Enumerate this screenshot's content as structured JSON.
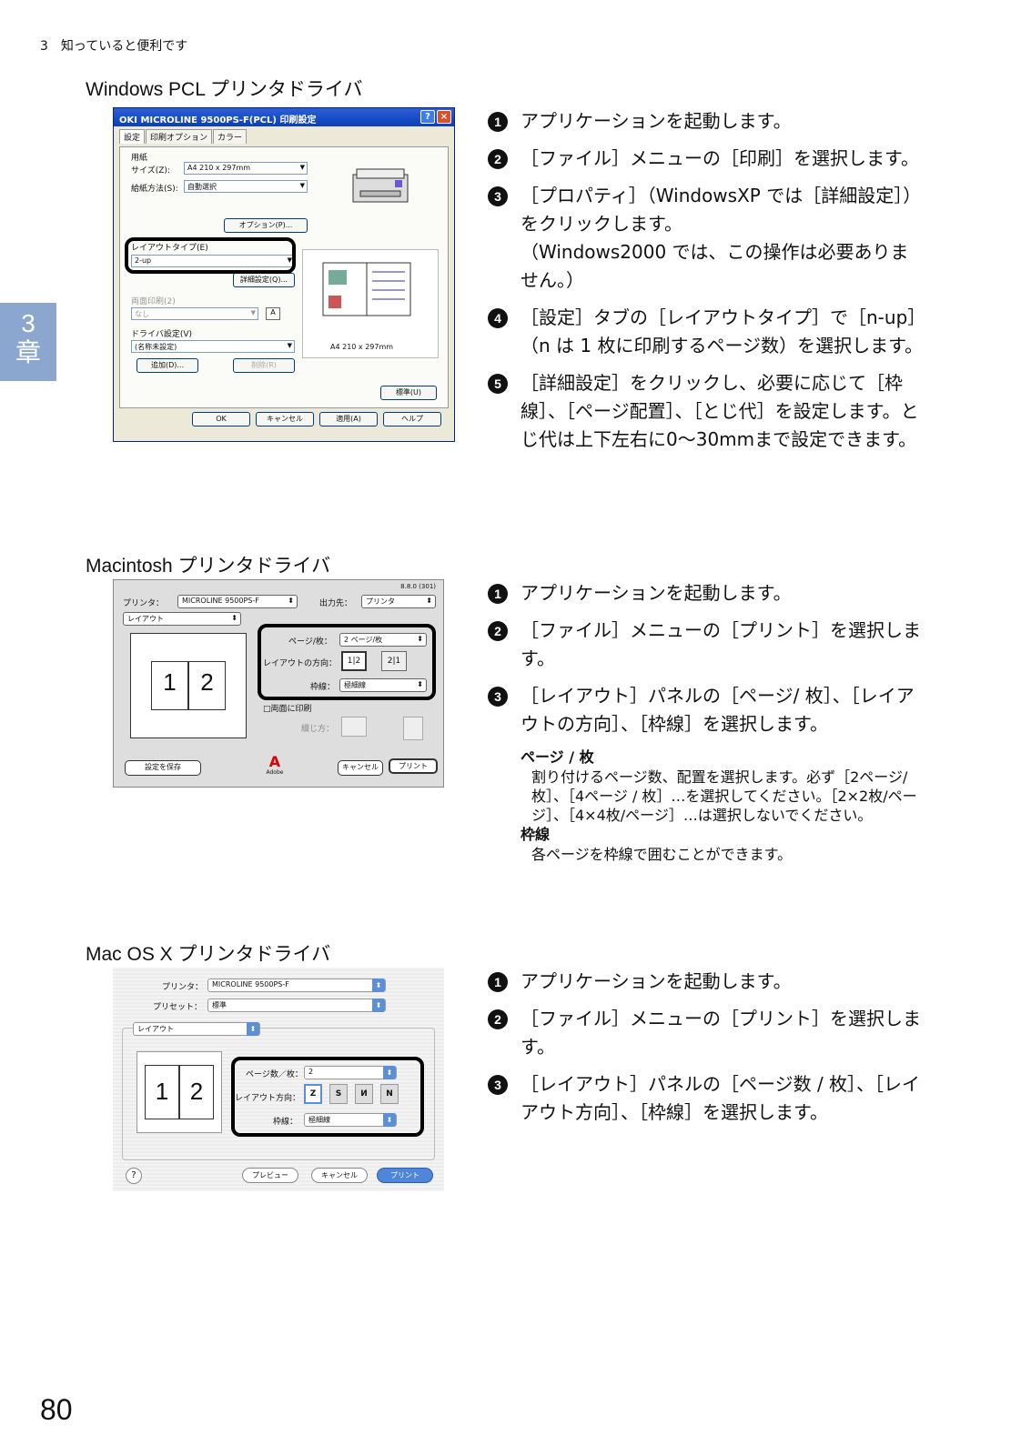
{
  "header": {
    "running_title": "3　知っていると便利です"
  },
  "chapter_tab": {
    "number": "3",
    "label": "章"
  },
  "page_number": "80",
  "sections": {
    "win": {
      "title": "Windows PCL プリンタドライバ",
      "steps": [
        "アプリケーションを起動します。",
        "［ファイル］メニューの［印刷］を選択します。",
        "［プロパティ］（WindowsXP では［詳細設定］）をクリックします。",
        "（Windows2000 では、この操作は必要ありません。）",
        "［設定］タブの［レイアウトタイプ］で［n-up］（n は 1 枚に印刷するページ数）を選択します。",
        "［詳細設定］をクリックし、必要に応じて［枠線］、［ページ配置］、［とじ代］を設定します。とじ代は上下左右に0〜30mmまで設定できます。"
      ],
      "badges": [
        "1",
        "2",
        "3",
        "4",
        "5"
      ],
      "dialog": {
        "title": "OKI MICROLINE 9500PS-F(PCL) 印刷設定",
        "tabs": [
          "設定",
          "印刷オプション",
          "カラー"
        ],
        "paper_group": "用紙",
        "size_label": "サイズ(Z):",
        "size_value": "A4 210 x 297mm",
        "feed_label": "給紙方法(S):",
        "feed_value": "自動選択",
        "options_button": "オプション(P)...",
        "layout_label": "レイアウトタイプ(E)",
        "layout_value": "2-up",
        "detail_button": "詳細設定(Q)...",
        "duplex_label": "両面印刷(2)",
        "duplex_value": "なし",
        "driver_label": "ドライバ設定(V)",
        "driver_value": "(名称未設定)",
        "add_button": "追加(D)...",
        "delete_button": "削除(R)",
        "preview_caption": "A4 210 x 297mm",
        "default_button": "標準(U)",
        "ok": "OK",
        "cancel": "キャンセル",
        "apply": "適用(A)",
        "help": "ヘルプ"
      }
    },
    "mac": {
      "title": "Macintosh プリンタドライバ",
      "steps": [
        "アプリケーションを起動します。",
        "［ファイル］メニューの［プリント］を選択します。",
        "［レイアウト］パネルの［ページ/ 枚］、［レイアウトの方向］、［枠線］を選択します。"
      ],
      "badges": [
        "1",
        "2",
        "3"
      ],
      "notes": [
        {
          "head": "ページ / 枚",
          "body": "割り付けるページ数、配置を選択します。必ず［2ページ/ 枚］、［4ページ / 枚］…を選択してください。［2×2枚/ページ］、［4×4枚/ページ］…は選択しないでください。"
        },
        {
          "head": "枠線",
          "body": "各ページを枠線で囲むことができます。"
        }
      ],
      "dialog": {
        "version": "8.8.0 (301)",
        "printer_label": "プリンタ：",
        "printer_value": "MICROLINE 9500PS-F",
        "dest_label": "出力先：",
        "dest_value": "プリンタ",
        "panel_value": "レイアウト",
        "pages_label": "ページ/枚：",
        "pages_value": "2 ページ/枚",
        "direction_label": "レイアウトの方向：",
        "border_label": "枠線：",
        "border_value": "極細線",
        "duplex_label": "□両面に印刷",
        "binding_label": "綴じ方：",
        "save_button": "設定を保存",
        "adobe": "Adobe",
        "cancel": "キャンセル",
        "print": "プリント",
        "preview_1": "1",
        "preview_2": "2"
      }
    },
    "osx": {
      "title": "Mac OS X プリンタドライバ",
      "steps": [
        "アプリケーションを起動します。",
        "［ファイル］メニューの［プリント］を選択します。",
        "［レイアウト］パネルの［ページ数 / 枚］、［レイアウト方向］、［枠線］を選択します。"
      ],
      "badges": [
        "1",
        "2",
        "3"
      ],
      "dialog": {
        "printer_label": "プリンタ：",
        "printer_value": "MICROLINE 9500PS-F",
        "preset_label": "プリセット：",
        "preset_value": "標準",
        "panel_value": "レイアウト",
        "pages_label": "ページ数／枚：",
        "pages_value": "2",
        "direction_label": "レイアウト方向：",
        "border_label": "枠線：",
        "border_value": "極細線",
        "help": "?",
        "preview": "プレビュー",
        "cancel": "キャンセル",
        "print": "プリント",
        "preview_1": "1",
        "preview_2": "2"
      }
    }
  }
}
